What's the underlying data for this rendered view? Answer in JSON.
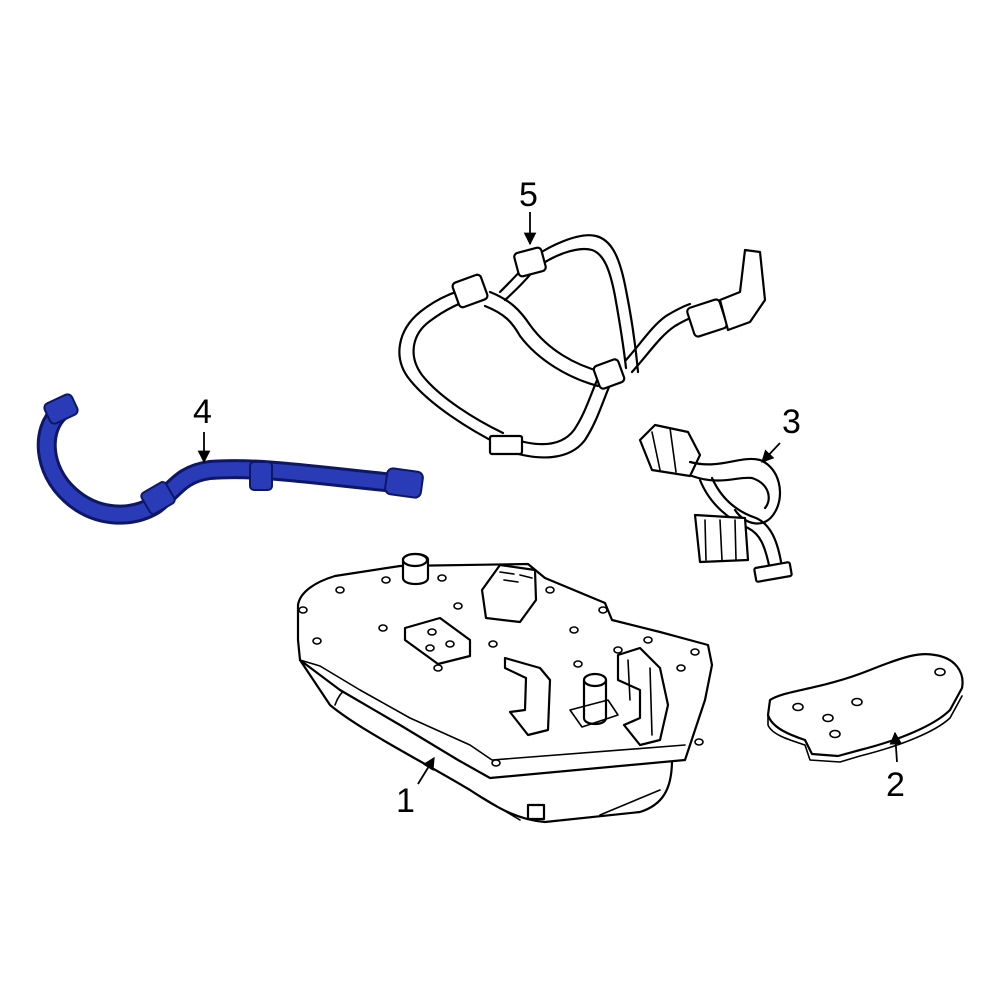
{
  "colors": {
    "background": "#ffffff",
    "linework": "#000000",
    "highlight_fill": "#2a3bb8",
    "highlight_stroke": "#0d1766"
  },
  "highlighted_part": "4",
  "callouts": [
    {
      "id": "callout-1",
      "label": "1"
    },
    {
      "id": "callout-2",
      "label": "2"
    },
    {
      "id": "callout-3",
      "label": "3"
    },
    {
      "id": "callout-4",
      "label": "4"
    },
    {
      "id": "callout-5",
      "label": "5"
    }
  ]
}
